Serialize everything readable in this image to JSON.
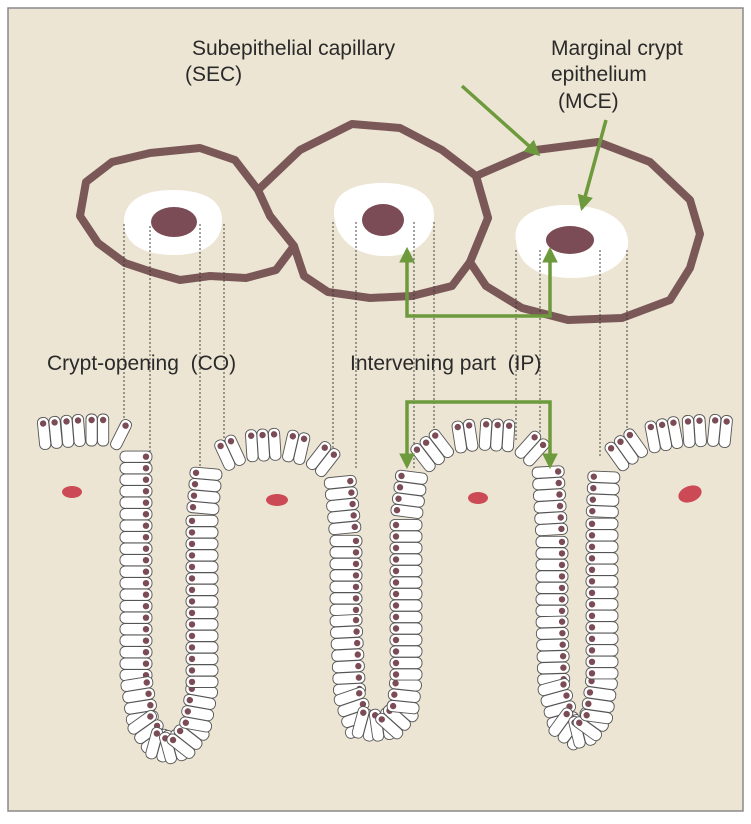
{
  "labels": {
    "sec_line1": "Subepithelial capillary",
    "sec_line2": "(SEC)",
    "mce_line1": "Marginal crypt",
    "mce_line2": "epithelium",
    "mce_line3": "(MCE)",
    "co": "Crypt-opening  (CO)",
    "ip": "Intervening part  (IP)"
  },
  "colors": {
    "background": "#ede5d3",
    "frame": "#8a8a8a",
    "capillary": "#7a5858",
    "nucleus": "#7b4c55",
    "arrow": "#6c9a3c",
    "cell_fill": "#ffffff",
    "cell_outline": "#555555",
    "rbc": "#cc4a55"
  }
}
